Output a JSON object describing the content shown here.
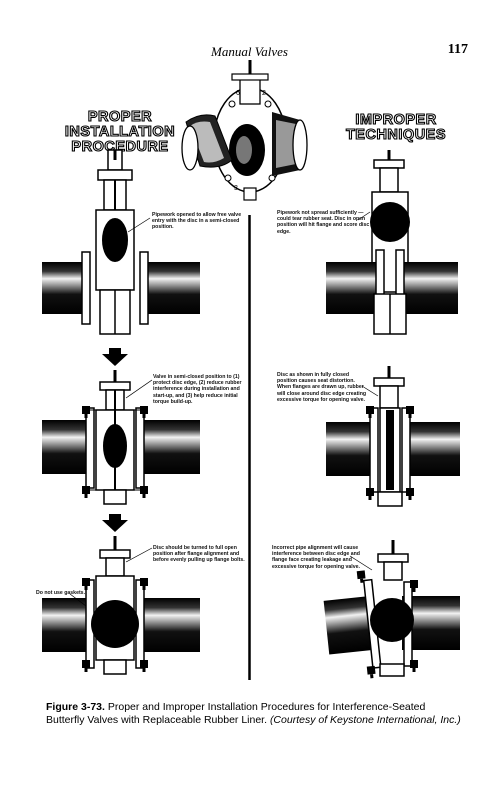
{
  "page": {
    "running_title": "Manual Valves",
    "page_number": "117"
  },
  "headings": {
    "proper": [
      "PROPER",
      "INSTALLATION",
      "PROCEDURE"
    ],
    "improper": [
      "IMPROPER",
      "TECHNIQUES"
    ]
  },
  "notes": {
    "proper_1": [
      "Pipework opened to allow free valve",
      "entry with the disc in a semi-closed",
      "position."
    ],
    "proper_2": [
      "Valve in semi-closed position to (1)",
      "protect disc edge, (2) reduce rubber",
      "interference during installation and",
      "start-up, and (3) help reduce initial",
      "torque build-up."
    ],
    "proper_3": [
      "Disc should be turned to full open",
      "position after flange alignment and",
      "before evenly pulling up flange bolts."
    ],
    "gaskets": "Do not use gaskets.",
    "improper_1": [
      "Pipework not spread sufficiently —",
      "could tear rubber seat. Disc in open",
      "position will hit flange and score disc",
      "edge."
    ],
    "improper_2": [
      "Disc as shown in fully closed",
      "position causes seat distortion.",
      "When flanges are drawn up, rubber",
      "will close around disc edge creating",
      "excessive torque for opening valve."
    ],
    "improper_3": [
      "Incorrect pipe alignment will cause",
      "interference between disc edge and",
      "flange face creating leakage and",
      "excessive torque for opening valve."
    ]
  },
  "caption": {
    "label": "Figure 3-73.",
    "text": " Proper and Improper Installation Procedures for Interference-Seated Butterfly Valves with Replaceable Rubber Liner. ",
    "credit": "(Courtesy of Keystone International, Inc.)"
  }
}
